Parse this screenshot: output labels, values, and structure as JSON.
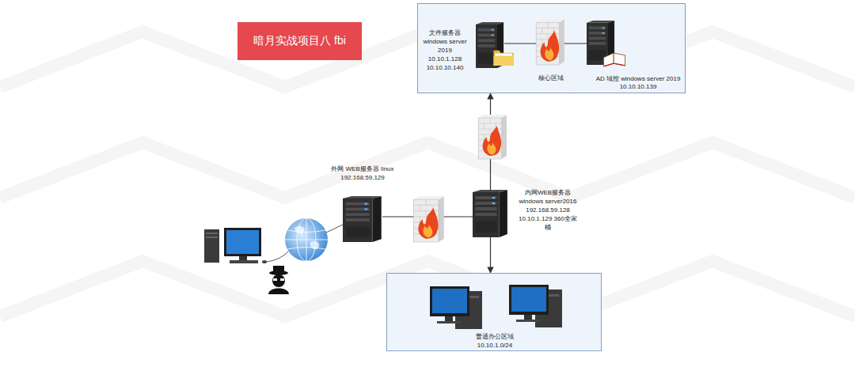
{
  "diagram": {
    "title": "暗月实战项目八 fbi",
    "nodes": [
      {
        "text": [
          "核心区域"
        ]
      },
      {
        "text": [
          "文件服务器 windows server 2019 10.10.1.128 10.10.10.140"
        ],
        "in": 0
      },
      {
        "text": [
          "AD 域控 windows server 2019 10.10.10.139"
        ],
        "in": 0
      },
      {
        "text": [
          "外网 WEB服务器 linux 192.168.59.129"
        ]
      },
      {
        "text": [
          "内网WEB服务器 windows server2016 192.168.59.128 10.10.1.129 360全家桶"
        ]
      },
      {
        "text": [
          "普通办公区域 10.10.1.0/24"
        ]
      }
    ],
    "edges": [
      {
        "from": 1,
        "to": 2,
        "arrow": "none"
      },
      {
        "from": 3,
        "to": 4,
        "arrow": "none"
      },
      {
        "from": 4,
        "to": 0,
        "arrow": "to"
      },
      {
        "from": 4,
        "to": 5,
        "arrow": "to"
      }
    ]
  }
}
